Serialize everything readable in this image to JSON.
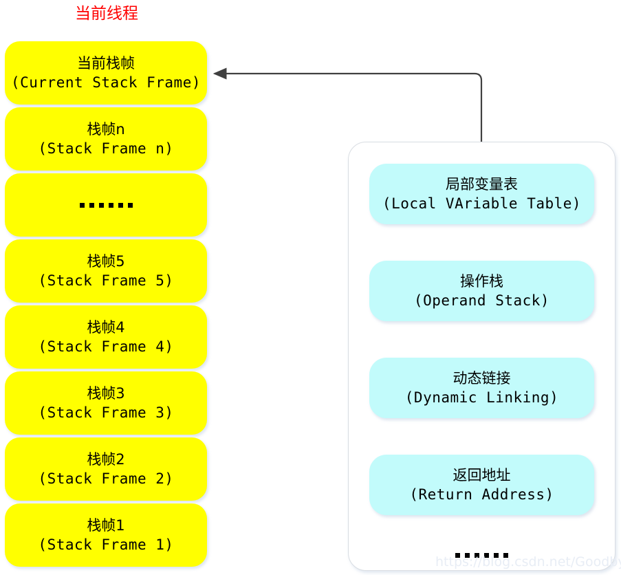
{
  "diagram": {
    "title_cn": "当前线程",
    "title_color": "#ff0000",
    "background": "#ffffff"
  },
  "stack": {
    "frame_fill": "#ffff00",
    "frames": [
      {
        "cn": "当前栈帧",
        "en": "(Current Stack Frame)",
        "kind": "text"
      },
      {
        "cn": "栈帧n",
        "en": "(Stack Frame n)",
        "kind": "text"
      },
      {
        "cn": "",
        "en": "",
        "kind": "ellipsis"
      },
      {
        "cn": "栈帧5",
        "en": "(Stack Frame 5)",
        "kind": "text"
      },
      {
        "cn": "栈帧4",
        "en": "(Stack Frame 4)",
        "kind": "text"
      },
      {
        "cn": "栈帧3",
        "en": "(Stack Frame 3)",
        "kind": "text"
      },
      {
        "cn": "栈帧2",
        "en": "(Stack Frame 2)",
        "kind": "text"
      },
      {
        "cn": "栈帧1",
        "en": "(Stack Frame 1)",
        "kind": "text"
      }
    ]
  },
  "detail": {
    "box_fill": "#c2fbfb",
    "panel_fill": "#ffffff",
    "items": [
      {
        "cn": "局部变量表",
        "en": "(Local VAriable Table)"
      },
      {
        "cn": "操作栈",
        "en": "(Operand Stack)"
      },
      {
        "cn": "动态链接",
        "en": "(Dynamic Linking)"
      },
      {
        "cn": "返回地址",
        "en": "(Return Address)"
      }
    ],
    "ellipsis_dot_count": 6
  },
  "connector": {
    "stroke": "#404040",
    "description": "arrow-from-detail-panel-to-current-stack-frame"
  },
  "watermark": {
    "text": "https://blog.csdn.net/Goodbye_Youth",
    "color": "#e8edf5"
  }
}
